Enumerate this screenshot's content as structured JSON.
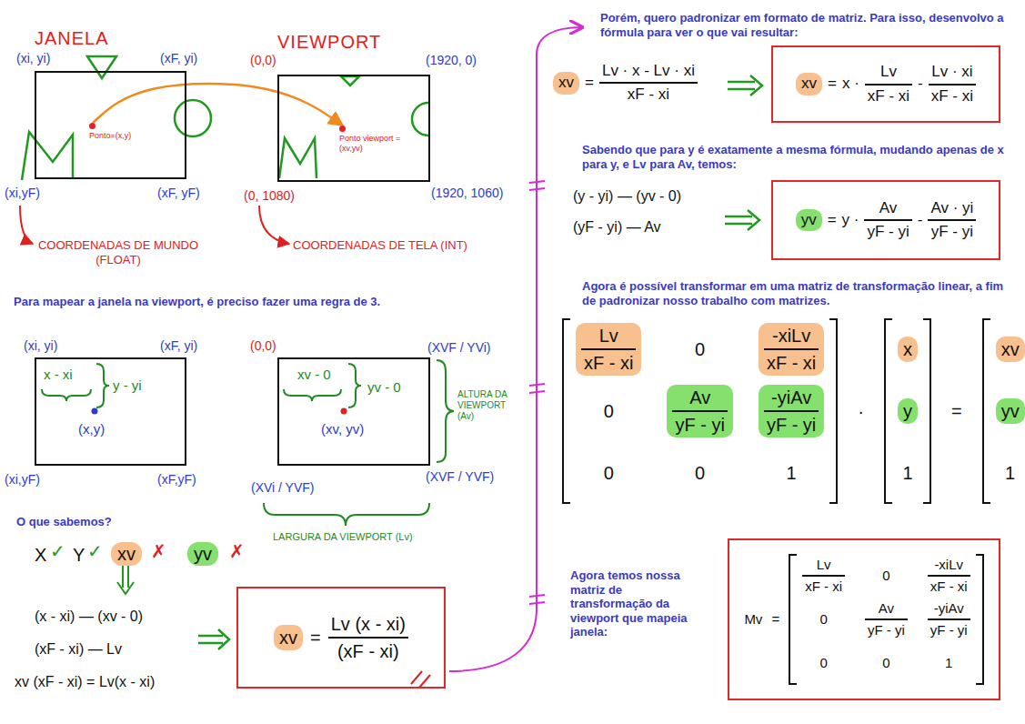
{
  "diagram": {
    "nodes": [
      {
        "text": [
          "JANELA"
        ]
      },
      {
        "text": [
          "Ponto=(x,y)"
        ],
        "in": 0
      },
      {
        "text": [
          "VIEWPORT"
        ]
      },
      {
        "text": [
          "Ponto viewport = (xv,yv)"
        ],
        "in": 2
      },
      {
        "text": [
          "x - xi",
          "y - yi",
          "(x,y)"
        ]
      },
      {
        "text": [
          "xv - 0",
          "yv - 0",
          "(xv, yv)"
        ]
      },
      {
        "text": [
          "xv",
          "=",
          "Lv (x - xi)",
          "(xF - xi)"
        ]
      },
      {
        "text": [
          "xv",
          "=",
          "x ·",
          "Lv",
          "xF - xi",
          "-",
          "Lv · xi",
          "xF - xi"
        ]
      },
      {
        "text": [
          "yv",
          "=",
          "y ·",
          "Av",
          "yF - yi",
          "-",
          "Av · yi",
          "yF - yi"
        ]
      },
      {
        "text": [
          "Mv",
          "=",
          "Lv",
          "xF - xi",
          "0",
          "-xiLv",
          "xF - xi",
          "0",
          "Av",
          "yF - yi",
          "-yiAv",
          "yF - yi",
          "0",
          "0",
          "1"
        ]
      }
    ],
    "edges": [
      {
        "from": 1,
        "to": 3,
        "arrow": "to"
      }
    ],
    "labels": [
      "(xi, yi)",
      "(xF, yi)",
      "(0,0)",
      "(1920, 0)",
      "(xi,yF)",
      "(xF, yF)",
      "(0, 1080)",
      "(1920, 1060)",
      "COORDENADAS DE MUNDO (FLOAT)",
      "COORDENADAS DE TELA (INT)",
      "Para mapear a janela na viewport, é preciso fazer uma regra de 3.",
      "(xi, yi)",
      "(xF, yi)",
      "(0,0)",
      "(XVF / YVi)",
      "(xi,yF)",
      "(xF,yF)",
      "(XVi / YVF)",
      "(XVF / YVF)",
      "ALTURA DA VIEWPORT (Av)",
      "LARGURA DA VIEWPORT (Lv)",
      "O que sabemos?",
      "X",
      "✓",
      "Y",
      "✓",
      "xv",
      "✗",
      "yv",
      "✗",
      "(x - xi) — (xv - 0)",
      "(xF - xi) — Lv",
      "xv (xF - xi) = Lv(x - xi)",
      "Porém, quero padronizar em formato de matriz. Para isso, desenvolvo a fórmula para ver o que vai resultar:",
      "xv",
      "=",
      "Lv · x - Lv · xi",
      "xF - xi",
      "Sabendo que para y é exatamente a mesma fórmula, mudando apenas de x para y, e Lv para Av, temos:",
      "(y - yi) — (yv - 0)",
      "(yF - yi) — Av",
      "Agora é possível transformar em uma matriz de transformação linear, a fim de padronizar nosso trabalho com matrizes.",
      "Lv",
      "xF - xi",
      "0",
      "-xiLv",
      "xF - xi",
      "0",
      "Av",
      "yF - yi",
      "-yiAv",
      "yF - yi",
      "0",
      "0",
      "1",
      "·",
      "x",
      "y",
      "1",
      "=",
      "xv",
      "yv",
      "1",
      "Agora temos nossa matriz de transformação da viewport que mapeia janela:"
    ]
  }
}
